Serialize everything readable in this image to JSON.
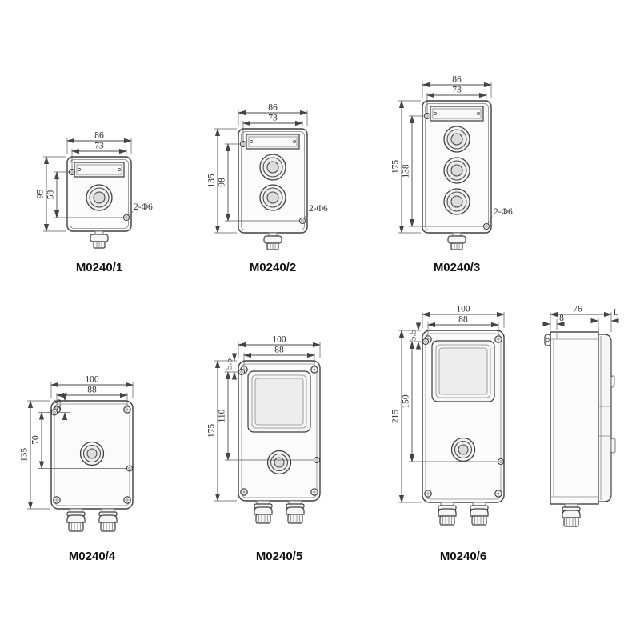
{
  "sheet": {
    "views": {
      "m1": {
        "label": "M0240/1",
        "dims": {
          "overall_width": "86",
          "hole_span_width": "73",
          "overall_height": "95",
          "hole_span_height": "58",
          "mounting_holes": "2-Φ6"
        }
      },
      "m2": {
        "label": "M0240/2",
        "dims": {
          "overall_width": "86",
          "hole_span_width": "73",
          "overall_height": "135",
          "hole_span_height": "98",
          "mounting_holes": "2-Φ6"
        }
      },
      "m3": {
        "label": "M0240/3",
        "dims": {
          "overall_width": "86",
          "hole_span_width": "73",
          "overall_height": "175",
          "hole_span_height": "138",
          "mounting_holes": "2-Φ6"
        }
      },
      "m4": {
        "label": "M0240/4",
        "dims": {
          "overall_width": "100",
          "hole_span_width": "88",
          "overall_height": "135",
          "hole_span_height": "70",
          "ear_offset": "5.5"
        }
      },
      "m5": {
        "label": "M0240/5",
        "dims": {
          "overall_width": "100",
          "hole_span_width": "88",
          "overall_height": "175",
          "hole_span_height": "110",
          "ear_offset": "5.5"
        }
      },
      "m6": {
        "label": "M0240/6",
        "dims": {
          "overall_width": "100",
          "hole_span_width": "88",
          "overall_height": "215",
          "hole_span_height": "150",
          "ear_offset": "5.5"
        }
      },
      "side": {
        "dims": {
          "overall_depth": "76",
          "step": "8",
          "lid_depth": "L"
        }
      }
    }
  }
}
